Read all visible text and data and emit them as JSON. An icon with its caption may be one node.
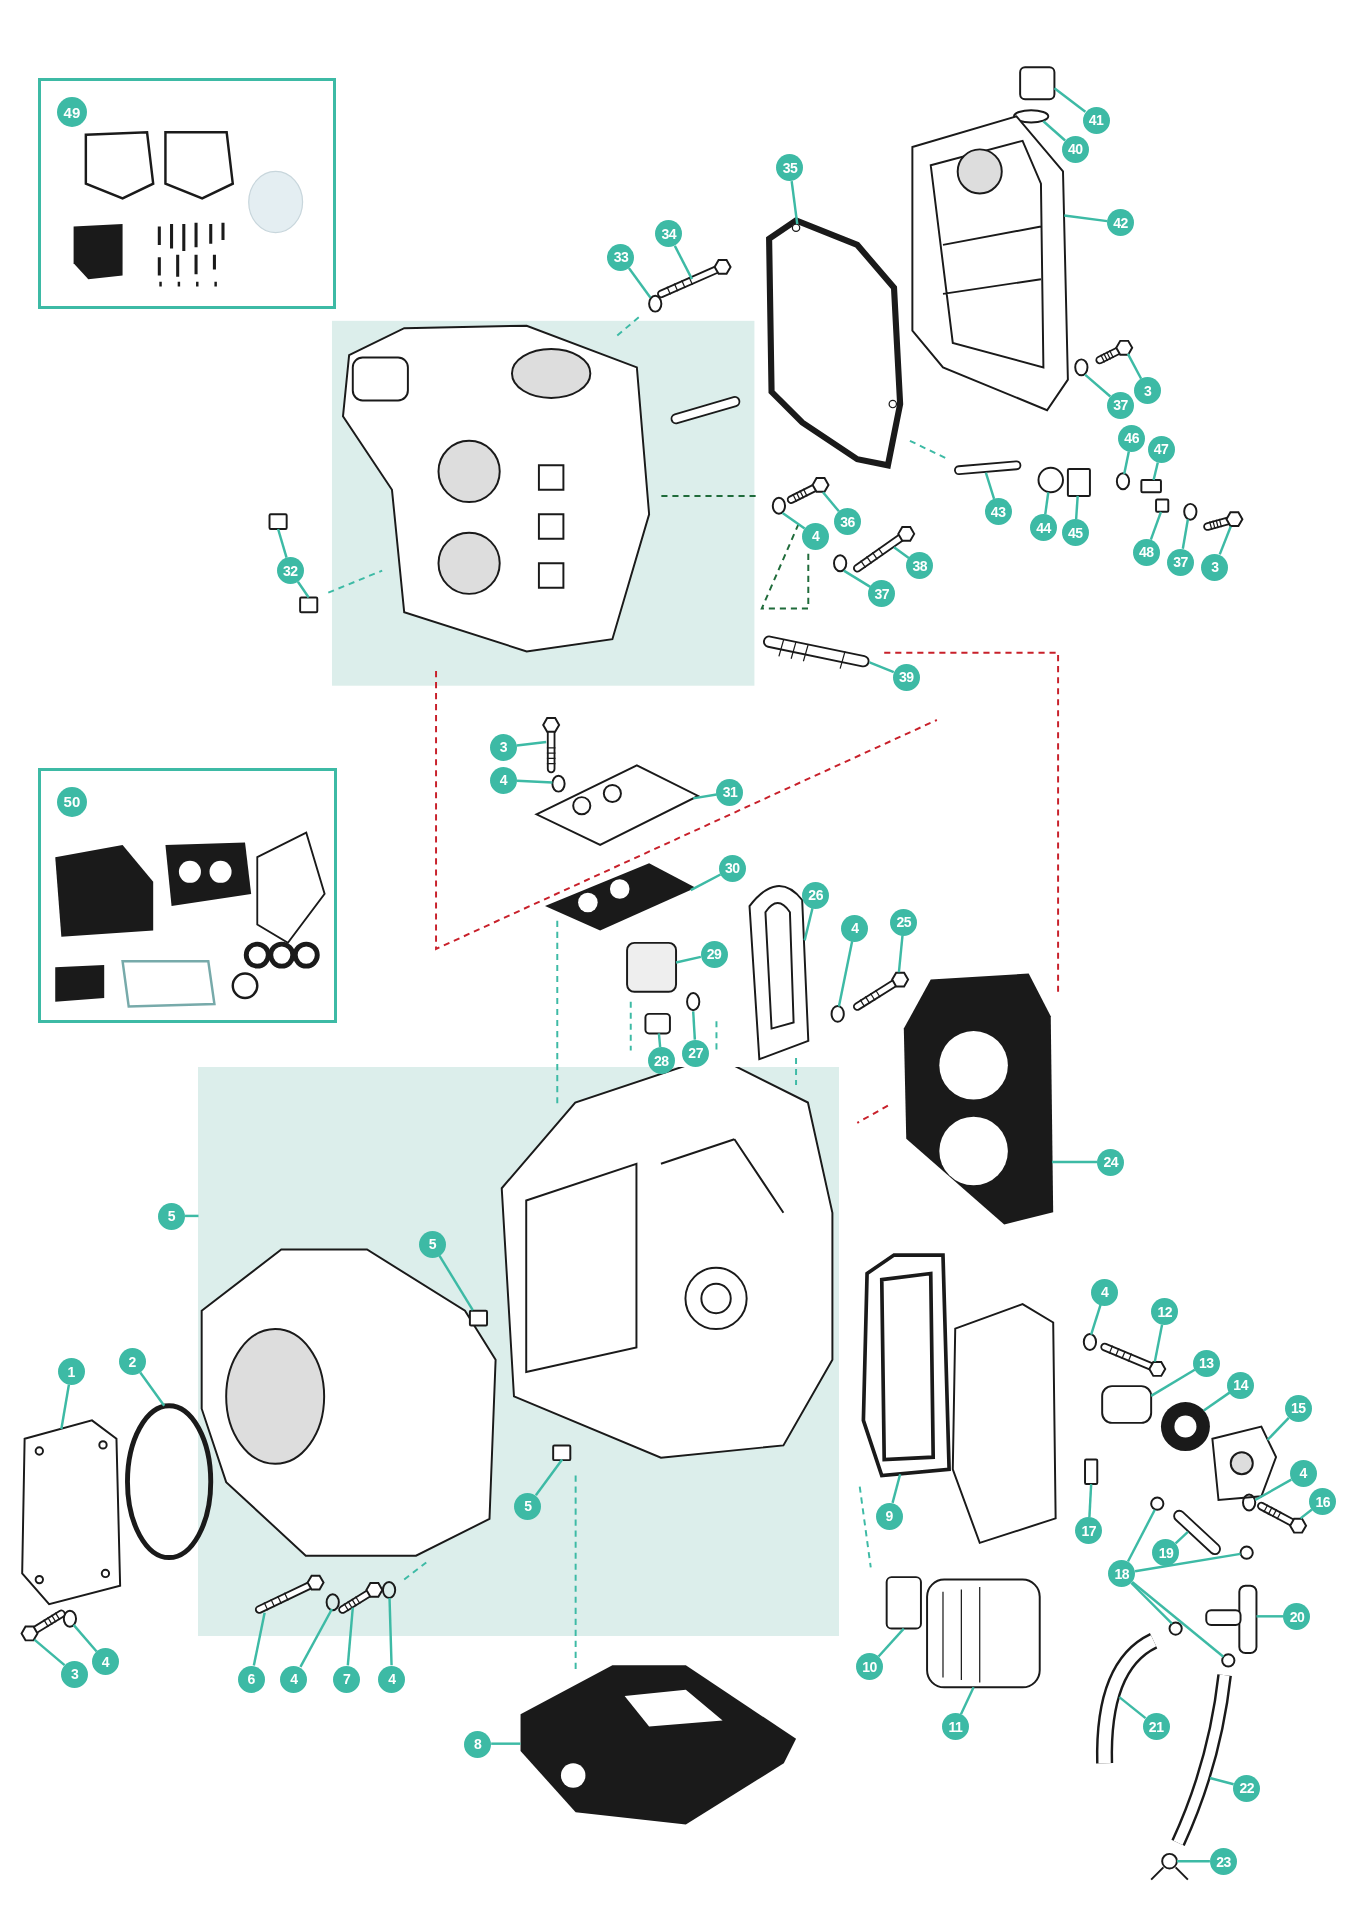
{
  "diagram": {
    "nodes": [
      {
        "text": [
          "49"
        ]
      },
      {
        "text": [
          "35"
        ]
      },
      {
        "text": [
          "41"
        ]
      },
      {
        "text": [
          "40"
        ]
      },
      {
        "text": [
          "42"
        ]
      },
      {
        "text": [
          "34"
        ]
      },
      {
        "text": [
          "33"
        ]
      },
      {
        "text": [
          "3"
        ]
      },
      {
        "text": [
          "37"
        ]
      },
      {
        "text": [
          "46"
        ]
      },
      {
        "text": [
          "47"
        ]
      },
      {
        "text": [
          "43"
        ]
      },
      {
        "text": [
          "36"
        ]
      },
      {
        "text": [
          "44"
        ]
      },
      {
        "text": [
          "45"
        ]
      },
      {
        "text": [
          "4"
        ]
      },
      {
        "text": [
          "48"
        ]
      },
      {
        "text": [
          "37"
        ]
      },
      {
        "text": [
          "3"
        ]
      },
      {
        "text": [
          "38"
        ]
      },
      {
        "text": [
          "32"
        ]
      },
      {
        "text": [
          "37"
        ]
      },
      {
        "text": [
          "39"
        ]
      },
      {
        "text": [
          "3"
        ]
      },
      {
        "text": [
          "50"
        ]
      },
      {
        "text": [
          "4"
        ]
      },
      {
        "text": [
          "31"
        ]
      },
      {
        "text": [
          "30"
        ]
      },
      {
        "text": [
          "26"
        ]
      },
      {
        "text": [
          "25"
        ]
      },
      {
        "text": [
          "4"
        ]
      },
      {
        "text": [
          "29"
        ]
      },
      {
        "text": [
          "27"
        ]
      },
      {
        "text": [
          "28"
        ]
      },
      {
        "text": [
          "24"
        ]
      },
      {
        "text": [],
        "shape": "box"
      },
      {
        "text": [
          "5"
        ]
      },
      {
        "text": [
          "5"
        ],
        "in": 35
      },
      {
        "text": [
          "4"
        ]
      },
      {
        "text": [
          "12"
        ]
      },
      {
        "text": [
          "2"
        ]
      },
      {
        "text": [
          "13"
        ]
      },
      {
        "text": [
          "1"
        ]
      },
      {
        "text": [
          "14"
        ]
      },
      {
        "text": [
          "15"
        ]
      },
      {
        "text": [
          "4"
        ]
      },
      {
        "text": [
          "16"
        ]
      },
      {
        "text": [
          "5"
        ],
        "in": 35
      },
      {
        "text": [
          "9"
        ]
      },
      {
        "text": [
          "17"
        ]
      },
      {
        "text": [
          "19"
        ]
      },
      {
        "text": [
          "18"
        ]
      },
      {
        "text": [
          "20"
        ]
      },
      {
        "text": [
          "4"
        ]
      },
      {
        "text": [
          "3"
        ]
      },
      {
        "text": [
          "10"
        ]
      },
      {
        "text": [
          "6"
        ]
      },
      {
        "text": [
          "4"
        ]
      },
      {
        "text": [
          "7"
        ]
      },
      {
        "text": [
          "4"
        ]
      },
      {
        "text": [
          "21"
        ]
      },
      {
        "text": [
          "11"
        ]
      },
      {
        "text": [
          "8"
        ]
      },
      {
        "text": [
          "22"
        ]
      },
      {
        "text": [
          "23"
        ]
      },
      {
        "text": [],
        "shape": "picture"
      },
      {
        "text": [],
        "shape": "box"
      },
      {
        "text": [],
        "shape": "circle"
      },
      {
        "text": [],
        "shape": "picture"
      },
      {
        "text": [],
        "shape": "picture"
      },
      {
        "text": [],
        "shape": "circle"
      },
      {
        "text": [],
        "shape": "picture"
      },
      {
        "text": [],
        "shape": "circle"
      },
      {
        "text": [],
        "shape": "circle"
      },
      {
        "text": [],
        "shape": "box"
      },
      {
        "text": [],
        "shape": "bar"
      },
      {
        "text": [],
        "shape": "picture"
      },
      {
        "text": [],
        "shape": "circle"
      },
      {
        "text": [],
        "shape": "box"
      },
      {
        "text": [],
        "shape": "circle"
      },
      {
        "text": [],
        "shape": "box"
      },
      {
        "text": [],
        "shape": "circle"
      },
      {
        "text": [],
        "shape": "picture"
      },
      {
        "text": [],
        "shape": "picture"
      },
      {
        "text": [],
        "shape": "box"
      },
      {
        "text": [],
        "shape": "box"
      },
      {
        "text": [],
        "shape": "circle"
      },
      {
        "text": [],
        "shape": "picture"
      },
      {
        "text": [],
        "shape": "picture"
      },
      {
        "text": [],
        "shape": "circle"
      },
      {
        "text": [],
        "shape": "picture"
      },
      {
        "text": [],
        "shape": "picture"
      },
      {
        "text": [],
        "shape": "picture"
      },
      {
        "text": [],
        "shape": "picture"
      },
      {
        "text": [],
        "shape": "circle"
      },
      {
        "text": [],
        "shape": "box"
      },
      {
        "text": [],
        "shape": "circle"
      },
      {
        "text": [],
        "shape": "box"
      },
      {
        "text": [],
        "shape": "picture"
      },
      {
        "text": [],
        "shape": "box",
        "in": 35
      },
      {
        "text": [],
        "shape": "circle"
      },
      {
        "text": [],
        "shape": "picture"
      },
      {
        "text": [],
        "shape": "circle"
      },
      {
        "text": [],
        "shape": "box"
      },
      {
        "text": [],
        "shape": "picture"
      },
      {
        "text": [],
        "shape": "picture"
      },
      {
        "text": [],
        "shape": "picture"
      },
      {
        "text": [],
        "shape": "circle"
      },
      {
        "text": [],
        "shape": "picture"
      },
      {
        "text": [],
        "shape": "box",
        "in": 35
      },
      {
        "text": [],
        "shape": "picture"
      },
      {
        "text": [],
        "shape": "box"
      },
      {
        "text": [],
        "shape": "bar"
      },
      {
        "text": [],
        "shape": "circle"
      },
      {
        "text": [],
        "shape": "circle"
      },
      {
        "text": [],
        "shape": "circle"
      },
      {
        "text": [],
        "shape": "circle"
      },
      {
        "text": [],
        "shape": "picture"
      },
      {
        "text": [],
        "shape": "circle"
      },
      {
        "text": [],
        "shape": "picture"
      },
      {
        "text": [],
        "shape": "box"
      },
      {
        "text": [],
        "shape": "picture",
        "in": 35
      },
      {
        "text": [],
        "shape": "circle",
        "in": 35
      },
      {
        "text": [],
        "shape": "picture",
        "in": 35
      },
      {
        "text": [],
        "shape": "circle",
        "in": 35
      },
      {
        "text": [],
        "shape": "picture"
      },
      {
        "text": [],
        "shape": "picture"
      },
      {
        "text": [],
        "shape": "picture"
      },
      {
        "text": [],
        "shape": "picture"
      },
      {
        "text": [],
        "shape": "picture"
      }
    ],
    "edges": [
      {
        "from": 1,
        "to": 65,
        "arrow": "none"
      },
      {
        "from": 2,
        "to": 66,
        "arrow": "none"
      },
      {
        "from": 3,
        "to": 67,
        "arrow": "none"
      },
      {
        "from": 4,
        "to": 68,
        "arrow": "none"
      },
      {
        "from": 5,
        "to": 69,
        "arrow": "none"
      },
      {
        "from": 6,
        "to": 70,
        "arrow": "none"
      },
      {
        "from": 7,
        "to": 71,
        "arrow": "none"
      },
      {
        "from": 8,
        "to": 72,
        "arrow": "none"
      },
      {
        "from": 9,
        "to": 73,
        "arrow": "none"
      },
      {
        "from": 10,
        "to": 74,
        "arrow": "none"
      },
      {
        "from": 11,
        "to": 75,
        "arrow": "none"
      },
      {
        "from": 12,
        "to": 76,
        "arrow": "none"
      },
      {
        "from": 13,
        "to": 77,
        "arrow": "none"
      },
      {
        "from": 14,
        "to": 78,
        "arrow": "none"
      },
      {
        "from": 15,
        "to": 79,
        "arrow": "none"
      },
      {
        "from": 16,
        "to": 80,
        "arrow": "none"
      },
      {
        "from": 17,
        "to": 81,
        "arrow": "none"
      },
      {
        "from": 18,
        "to": 82,
        "arrow": "none"
      },
      {
        "from": 19,
        "to": 83,
        "arrow": "none"
      },
      {
        "from": 20,
        "to": 84,
        "arrow": "none"
      },
      {
        "from": 20,
        "to": 85,
        "arrow": "none"
      },
      {
        "from": 21,
        "to": 86,
        "arrow": "none"
      },
      {
        "from": 22,
        "to": 87,
        "arrow": "none"
      },
      {
        "from": 23,
        "to": 88,
        "arrow": "none"
      },
      {
        "from": 25,
        "to": 89,
        "arrow": "none"
      },
      {
        "from": 26,
        "to": 90,
        "arrow": "none"
      },
      {
        "from": 27,
        "to": 91,
        "arrow": "none"
      },
      {
        "from": 28,
        "to": 92,
        "arrow": "none"
      },
      {
        "from": 29,
        "to": 93,
        "arrow": "none"
      },
      {
        "from": 30,
        "to": 94,
        "arrow": "none"
      },
      {
        "from": 31,
        "to": 95,
        "arrow": "none"
      },
      {
        "from": 32,
        "to": 96,
        "arrow": "none"
      },
      {
        "from": 33,
        "to": 97,
        "arrow": "none"
      },
      {
        "from": 34,
        "to": 98,
        "arrow": "none"
      },
      {
        "from": 36,
        "to": 35,
        "arrow": "none"
      },
      {
        "from": 37,
        "to": 99,
        "arrow": "none"
      },
      {
        "from": 38,
        "to": 100,
        "arrow": "none"
      },
      {
        "from": 39,
        "to": 101,
        "arrow": "none"
      },
      {
        "from": 40,
        "to": 102,
        "arrow": "none"
      },
      {
        "from": 41,
        "to": 103,
        "arrow": "none"
      },
      {
        "from": 42,
        "to": 104,
        "arrow": "none"
      },
      {
        "from": 43,
        "to": 105,
        "arrow": "none"
      },
      {
        "from": 44,
        "to": 106,
        "arrow": "none"
      },
      {
        "from": 45,
        "to": 107,
        "arrow": "none"
      },
      {
        "from": 46,
        "to": 108,
        "arrow": "none"
      },
      {
        "from": 47,
        "to": 109,
        "arrow": "none"
      },
      {
        "from": 48,
        "to": 110,
        "arrow": "none"
      },
      {
        "from": 49,
        "to": 111,
        "arrow": "none"
      },
      {
        "from": 50,
        "to": 112,
        "arrow": "none"
      },
      {
        "from": 51,
        "to": 113,
        "arrow": "none"
      },
      {
        "from": 51,
        "to": 114,
        "arrow": "none"
      },
      {
        "from": 51,
        "to": 115,
        "arrow": "none"
      },
      {
        "from": 51,
        "to": 116,
        "arrow": "none"
      },
      {
        "from": 52,
        "to": 117,
        "arrow": "none"
      },
      {
        "from": 53,
        "to": 118,
        "arrow": "none"
      },
      {
        "from": 54,
        "to": 119,
        "arrow": "none"
      },
      {
        "from": 55,
        "to": 120,
        "arrow": "none"
      },
      {
        "from": 56,
        "to": 121,
        "arrow": "none"
      },
      {
        "from": 57,
        "to": 122,
        "arrow": "none"
      },
      {
        "from": 58,
        "to": 123,
        "arrow": "none"
      },
      {
        "from": 59,
        "to": 124,
        "arrow": "none"
      },
      {
        "from": 60,
        "to": 125,
        "arrow": "none"
      },
      {
        "from": 61,
        "to": 126,
        "arrow": "none"
      },
      {
        "from": 62,
        "to": 127,
        "arrow": "none"
      },
      {
        "from": 63,
        "to": 128,
        "arrow": "none"
      },
      {
        "from": 64,
        "to": 129,
        "arrow": "none"
      }
    ]
  }
}
